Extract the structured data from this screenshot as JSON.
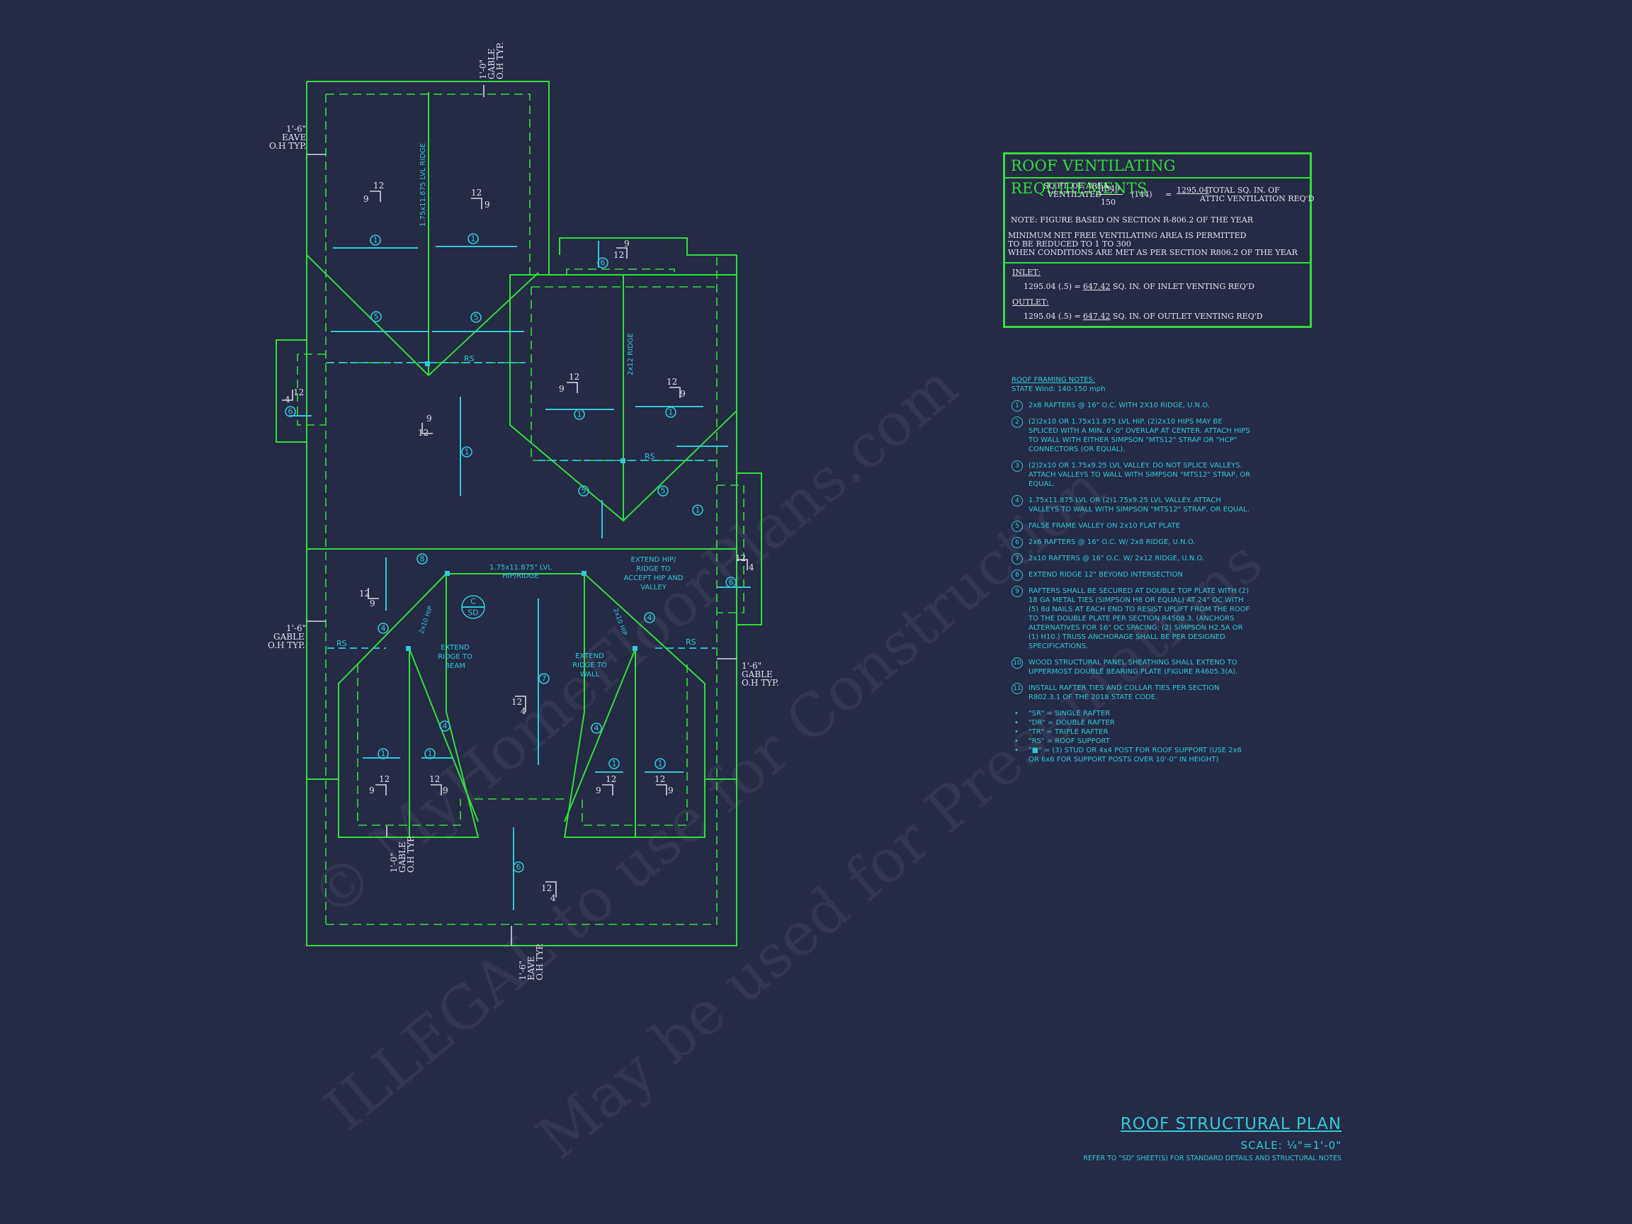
{
  "watermark": {
    "line1": "© MyHomeFloorPlans.com",
    "line2": "ILLEGAL to use for Construction",
    "line3": "May be used for Presentations"
  },
  "plan_labels": {
    "gable_top": [
      "1'-0\"",
      "GABLE",
      "O.H TYP."
    ],
    "eave_left": [
      "1'-6\"",
      "EAVE",
      "O.H TYP."
    ],
    "gable_left": [
      "1'-6\"",
      "GABLE",
      "O.H TYP."
    ],
    "gable_right": [
      "1'-6\"",
      "GABLE",
      "O.H TYP."
    ],
    "gable_bottom": [
      "1'-0\"",
      "GABLE",
      "O.H TYP."
    ],
    "eave_bottom": [
      "1'-6\"",
      "EAVE",
      "O.H TYP."
    ],
    "lvl_ridge": "1.75x11.875 LVL RIDGE",
    "ridge_2x12": "2x12 RIDGE",
    "hip_ridge": "1.75x11.875\" LVL HIP/RIDGE",
    "extend_hip": "EXTEND HIP/ RIDGE TO ACCEPT HIP AND VALLEY",
    "extend_ridge_beam": "EXTEND RIDGE TO BEAM",
    "extend_ridge_wall": "EXTEND RIDGE TO WALL",
    "hip_2x10": "2x10 HIP",
    "rs": "RS",
    "pitch12": "12",
    "pitch9": "9",
    "pitch4": "4",
    "c_tag": "C",
    "sd_tag": "SD"
  },
  "ventilation": {
    "title": "ROOF VENTILATING REQUIREMENTS",
    "sqft_label_1": "SQ.FT. OF AREA",
    "sqft_label_2": "VENTILATED",
    "sqft_value": "1349",
    "divisor": "150",
    "factor": "(144)",
    "equals": "=",
    "result": "1295.04",
    "result_label_1": "TOTAL SQ. IN. OF",
    "result_label_2": "ATTIC VENTILATION REQ'D",
    "note": "NOTE: FIGURE BASED ON SECTION R-806.2 OF THE YEAR",
    "min_1": "MINIMUM NET FREE VENTILATING AREA IS PERMITTED",
    "min_2": "TO BE REDUCED TO 1 TO 300",
    "min_3": "WHEN CONDITIONS ARE MET AS PER SECTION R806.2 OF THE YEAR",
    "inlet_label": "INLET:",
    "inlet_calc": "1295.04 (.5) =",
    "inlet_value": "647.42",
    "inlet_text": "SQ. IN. OF INLET VENTING REQ'D",
    "outlet_label": "OUTLET:",
    "outlet_calc": "1295.04 (.5) =",
    "outlet_value": "647.42",
    "outlet_text": "SQ. IN. OF OUTLET VENTING REQ'D"
  },
  "notes": {
    "title": "ROOF FRAMING NOTES:",
    "wind": "STATE Wind: 140-150 mph",
    "items": [
      {
        "num": "1",
        "text": "2x8 RAFTERS @ 16\" O.C. WITH 2X10 RIDGE, U.N.O."
      },
      {
        "num": "2",
        "text": "(2)2x10 OR 1.75x11.875 LVL HIP. (2)2x10 HIPS MAY BE SPLICED WITH A MIN. 6'-0\" OVERLAP AT CENTER. ATTACH HIPS TO WALL WITH EITHER SIMPSON \"MTS12\" STRAP OR \"HCP\" CONNECTORS (OR EQUAL)."
      },
      {
        "num": "3",
        "text": "(2)2x10 OR 1.75x9.25 LVL VALLEY. DO NOT SPLICE VALLEYS. ATTACH VALLEYS TO WALL WITH SIMPSON \"MTS12\" STRAP, OR EQUAL."
      },
      {
        "num": "4",
        "text": "1.75x11.875 LVL OR (2)1.75x9.25 LVL VALLEY. ATTACH VALLEYS TO WALL WITH SIMPSON \"MTS12\" STRAP, OR EQUAL."
      },
      {
        "num": "5",
        "text": "FALSE FRAME VALLEY ON 2x10 FLAT PLATE"
      },
      {
        "num": "6",
        "text": "2x6 RAFTERS @ 16\" O.C. W/ 2x8 RIDGE, U.N.O."
      },
      {
        "num": "7",
        "text": "2x10 RAFTERS @ 16\" O.C. W/ 2x12 RIDGE, U.N.O."
      },
      {
        "num": "8",
        "text": "EXTEND RIDGE 12\" BEYOND INTERSECTION"
      },
      {
        "num": "9",
        "text": "RAFTERS SHALL BE SECURED AT DOUBLE TOP PLATE WITH (2) 18 GA METAL TIES (SIMPSON H8 OR EQUAL) AT 24\" OC WITH (5) 8d NAILS AT EACH END TO RESIST UPLIFT FROM THE ROOF TO THE DOUBLE PLATE PER SECTION R4508.3. (ANCHORS ALTERNATIVES FOR 16\" OC SPACING: (2) SIMPSON H2.5A OR (1) H10.) TRUSS ANCHORAGE SHALL BE PER DESIGNED SPECIFICATIONS."
      },
      {
        "num": "10",
        "text": "WOOD STRUCTURAL PANEL SHEATHING SHALL EXTEND TO UPPERMOST DOUBLE BEARING PLATE (FIGURE R4605.3(A)."
      },
      {
        "num": "11",
        "text": "INSTALL RAFTER TIES AND COLLAR TIES PER SECTION R802.3.1 OF THE 2018 STATE CODE."
      }
    ],
    "legend": [
      "\"SR\" = SINGLE RAFTER",
      "\"DR\" = DOUBLE RAFTER",
      "\"TR\" = TRIPLE RAFTER",
      "\"RS\" = ROOF SUPPORT",
      "\"■\" = (3) STUD OR 4x4 POST FOR ROOF SUPPORT (USE 2x6 OR 6x6 FOR SUPPORT POSTS OVER 10'-0\" IN HEIGHT)"
    ]
  },
  "title_block": {
    "title": "ROOF STRUCTURAL PLAN",
    "scale": "SCALE: ¼\"=1'-0\"",
    "refer": "REFER TO \"SD\" SHEET(S) FOR STANDARD DETAILS AND STRUCTURAL NOTES"
  },
  "colors": {
    "background": "#252a45",
    "wall_green": "#2fe03a",
    "annotation_cyan": "#2fc9dc"
  }
}
